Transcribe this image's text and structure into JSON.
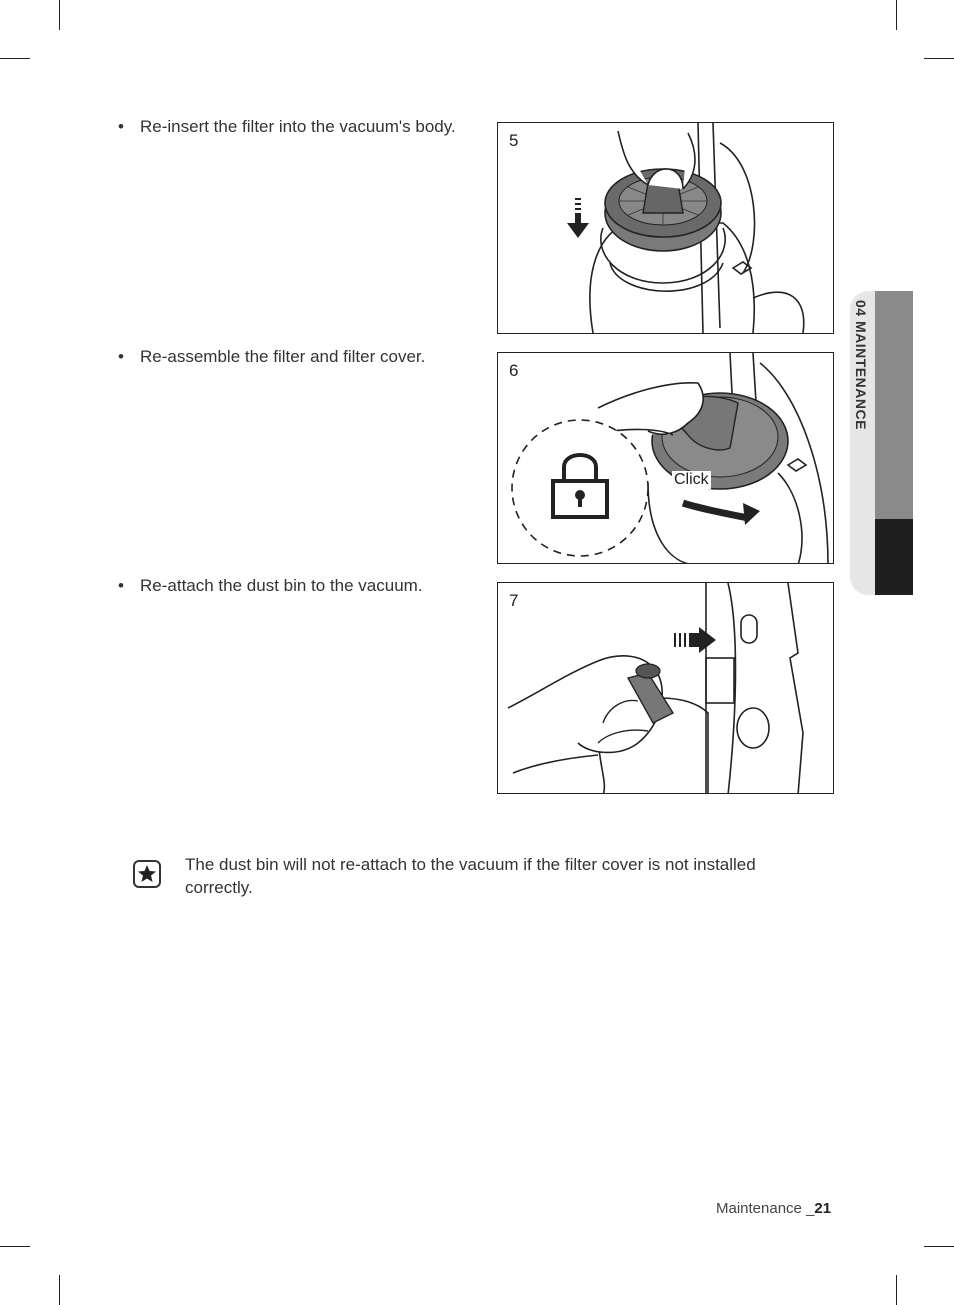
{
  "steps": [
    {
      "number": "5",
      "text": "Re-insert the filter into the vacuum's body."
    },
    {
      "number": "6",
      "text": "Re-assemble the filter and filter cover.",
      "callout": "Click"
    },
    {
      "number": "7",
      "text": "Re-attach the dust bin to the vacuum."
    }
  ],
  "sidebar": {
    "label": "04  MAINTENANCE"
  },
  "note": {
    "icon": "star-note-icon",
    "text": "The dust bin will not re-attach to the vacuum if the filter cover is not  installed correctly."
  },
  "footer": {
    "section": "Maintenance _",
    "page": "21"
  },
  "colors": {
    "tab_light": "#e6e6e6",
    "tab_mid": "#8a8a8a",
    "tab_dark": "#1f1f1f",
    "filter_grey": "#7a7a7a"
  }
}
